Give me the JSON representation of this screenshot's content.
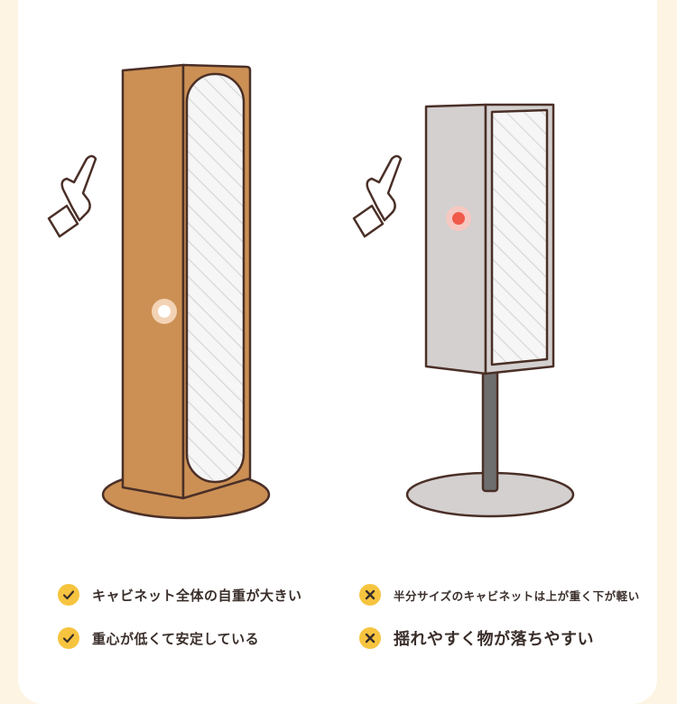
{
  "features": {
    "left": [
      {
        "icon": "check-icon",
        "text": "キャビネット全体の自重が大きい"
      },
      {
        "icon": "check-icon",
        "text": "重心が低くて安定している"
      }
    ],
    "right": [
      {
        "icon": "cross-icon",
        "text": "半分サイズのキャビネットは上が重く下が軽い"
      },
      {
        "icon": "cross-icon",
        "text": "揺れやすく物が落ちやすい"
      }
    ]
  },
  "colors": {
    "background": "#fdf4e3",
    "card": "#ffffff",
    "wood": "#cc9054",
    "wood_dark": "#b8793f",
    "metal": "#d3d0cf",
    "outline": "#4a2f27",
    "badge": "#f6c43f",
    "indicator_white": "#ffffff",
    "indicator_red": "#f05a4a",
    "mirror": "#f2f2f2"
  },
  "icons": {
    "left_hand": "pointing-hand-icon",
    "right_hand": "pointing-hand-icon"
  }
}
